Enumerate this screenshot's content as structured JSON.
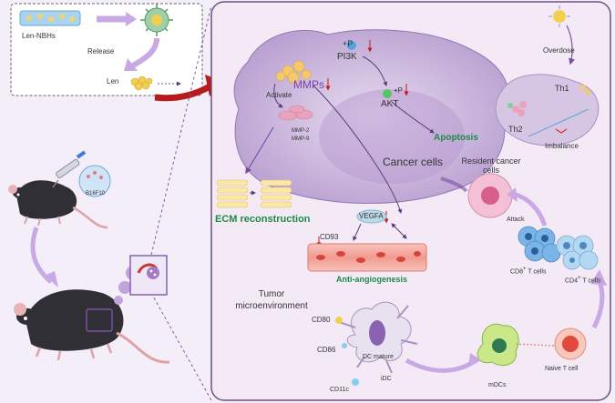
{
  "top_left": {
    "nanoparticle_label": "Len-NBHs",
    "release_label": "Release",
    "drug_label": "Len"
  },
  "mouse": {
    "cell_line_label": "B16F10"
  },
  "cancer_cell": {
    "label": "Cancer cells",
    "pi3k": "PI3K",
    "akt": "AKT",
    "phospho_1": "+P",
    "phospho_2": "+P",
    "mmps": "MMPs",
    "activate": "Activate",
    "mmp2": "MMP-2",
    "mmp9": "MMP-9",
    "apoptosis": "Apoptosis"
  },
  "ecm": {
    "label": "ECM reconstruction"
  },
  "angiogenesis": {
    "vegfa": "VEGFA",
    "cd93": "CD93",
    "label": "Anti-angiogenesis"
  },
  "tme": {
    "label": "Tumor microenvironment"
  },
  "immune": {
    "overdose": "Overdose",
    "th1": "Th1",
    "th2": "Th2",
    "imbalance": "Imbalance",
    "resident": "Resident cancer cells",
    "attack": "Attack",
    "cd8": "CD8",
    "cd8_suffix": "T cells",
    "cd4": "CD4",
    "cd4_suffix": "T cells",
    "cd_sup": "+",
    "cd80": "CD80",
    "cd86": "CD86",
    "cd11c": "CD11c",
    "dc_mature": "DC mature",
    "idc": "iDC",
    "mdcs": "mDCs",
    "naive": "Naive T cell"
  },
  "colors": {
    "page_bg": "#f4eef8",
    "panel_bg": "#f3eaf6",
    "panel_border": "#6e4f84",
    "cancer_cell": "#c7b2dc",
    "arrow": "#8a5ab8",
    "red_arrow": "#c41a1a",
    "green_text": "#1f8a4a",
    "vessel": "#f4a6a0"
  }
}
